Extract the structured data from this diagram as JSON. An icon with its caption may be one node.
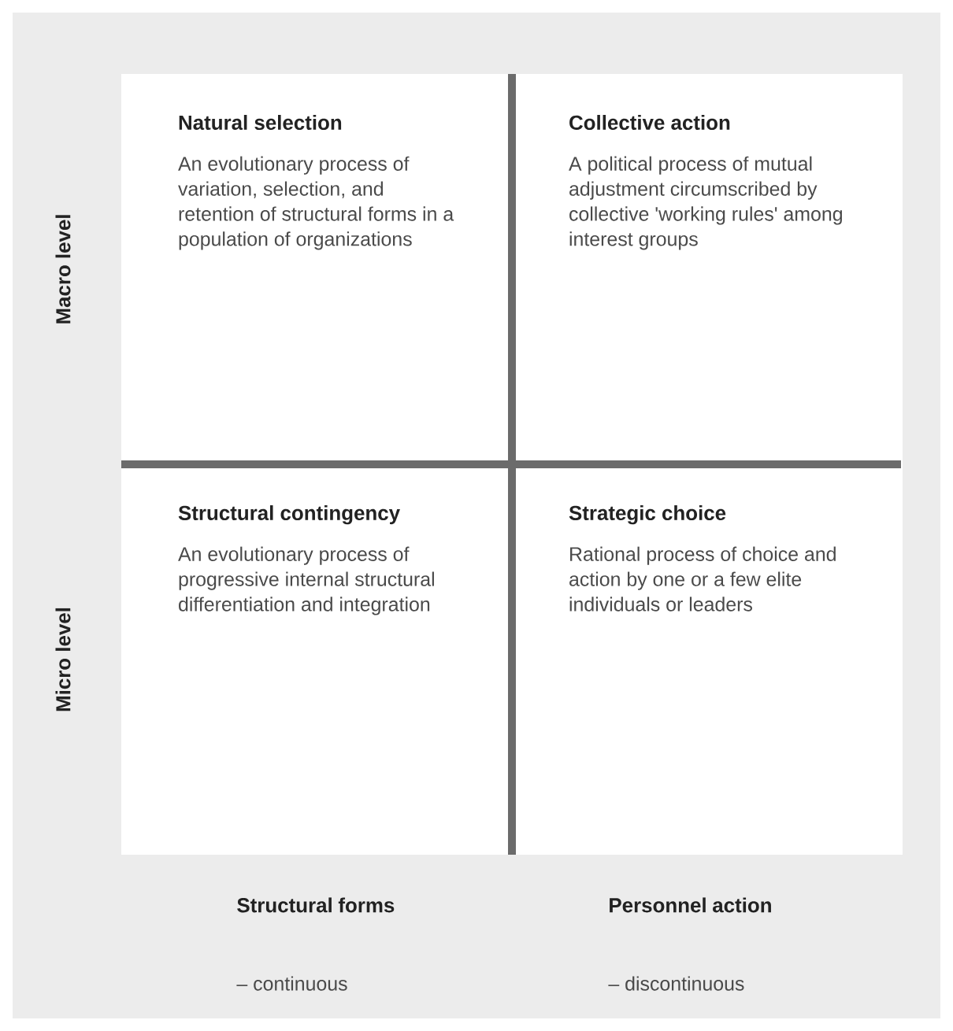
{
  "diagram": {
    "nodes": [
      {
        "text": [
          "Natural selection",
          "An evolutionary process of variation, selection, and retention of structural forms in a population of organizations"
        ]
      },
      {
        "text": [
          "Collective action",
          "A political process of mutual adjustment circumscribed by collective 'working rules' among interest groups"
        ]
      },
      {
        "text": [
          "Structural contingency",
          "An evolutionary process of progressive internal structural differentiation and integration"
        ]
      },
      {
        "text": [
          "Strategic choice",
          "Rational process of choice and action by one or a few elite individuals or leaders"
        ]
      }
    ],
    "labels": [
      "Macro level",
      "Micro level",
      "Structural forms",
      "– continuous",
      "Personnel action",
      "– discontinuous"
    ]
  }
}
